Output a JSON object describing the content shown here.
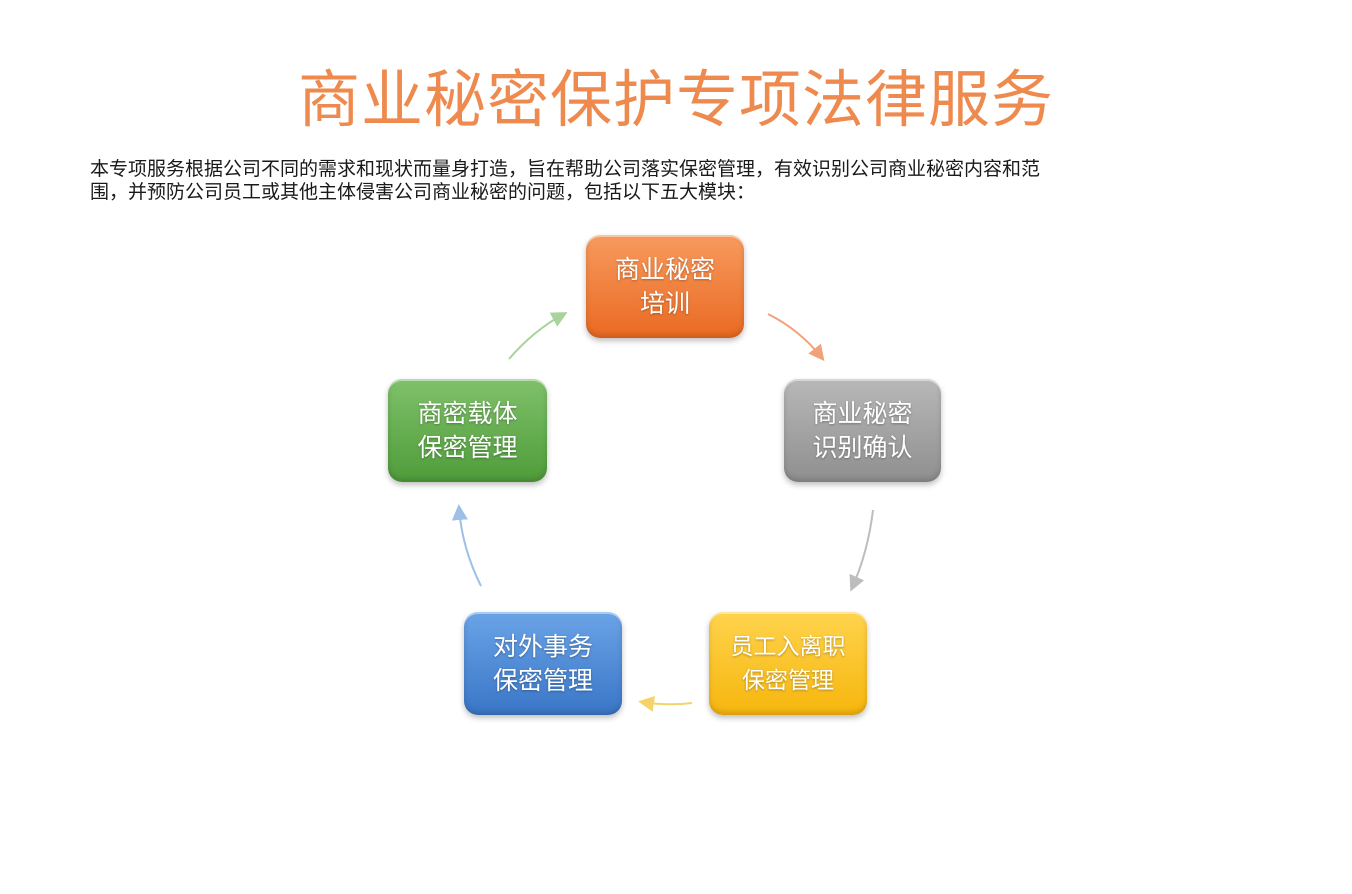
{
  "title": "商业秘密保护专项法律服务",
  "intro": {
    "line1": "本专项服务根据公司不同的需求和现状而量身打造，旨在帮助公司落实保密管理，有效识别公司商业秘密内容和范",
    "line2": "围，并预防公司员工或其他主体侵害公司商业秘密的问题，包括以下五大模块："
  },
  "modules": [
    {
      "line1": "商业秘密",
      "line2": "培训"
    },
    {
      "line1": "商业秘密",
      "line2": "识别确认"
    },
    {
      "line1": "员工入离职",
      "line2": "保密管理"
    },
    {
      "line1": "对外事务",
      "line2": "保密管理"
    },
    {
      "line1": "商密载体",
      "line2": "保密管理"
    }
  ],
  "colors": {
    "title": "#ef8a4e",
    "module_1": "#ef7d3a",
    "module_2": "#a6a6a6",
    "module_3": "#fbc42a",
    "module_4": "#4e88d4",
    "module_5": "#65ad50"
  }
}
